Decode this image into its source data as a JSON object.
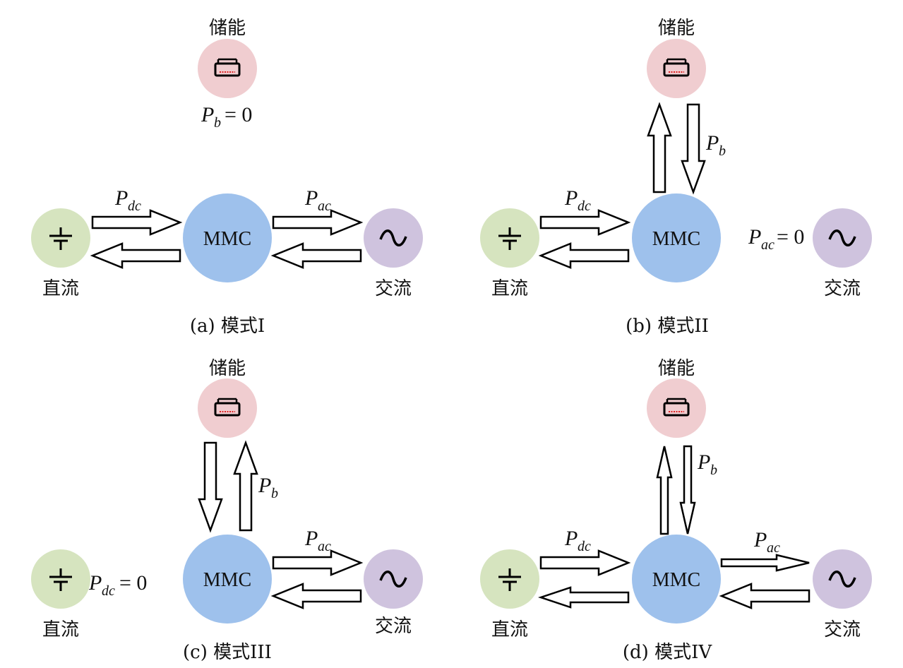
{
  "labels": {
    "storage": "储能",
    "dc": "直流",
    "ac": "交流",
    "mmc": "MMC"
  },
  "symbols": {
    "P": "P",
    "b": "b",
    "dc": "dc",
    "ac": "ac",
    "eq_zero": "= 0"
  },
  "icons": {
    "storage": "battery-icon",
    "dc": "dc-source-icon",
    "ac": "ac-source-icon"
  },
  "colors": {
    "storage": "#f0cdd0",
    "dc": "#d6e4bf",
    "mmc": "#9ec1ec",
    "ac": "#cfc3de"
  },
  "panels": [
    {
      "id": "a",
      "caption": "(a) 模式I",
      "pb_zero": true,
      "pdc_zero": false,
      "pac_zero": false
    },
    {
      "id": "b",
      "caption": "(b) 模式II",
      "pb_zero": false,
      "pdc_zero": false,
      "pac_zero": true
    },
    {
      "id": "c",
      "caption": "(c) 模式III",
      "pb_zero": false,
      "pdc_zero": true,
      "pac_zero": false
    },
    {
      "id": "d",
      "caption": "(d) 模式IV",
      "pb_zero": false,
      "pdc_zero": false,
      "pac_zero": false
    }
  ]
}
